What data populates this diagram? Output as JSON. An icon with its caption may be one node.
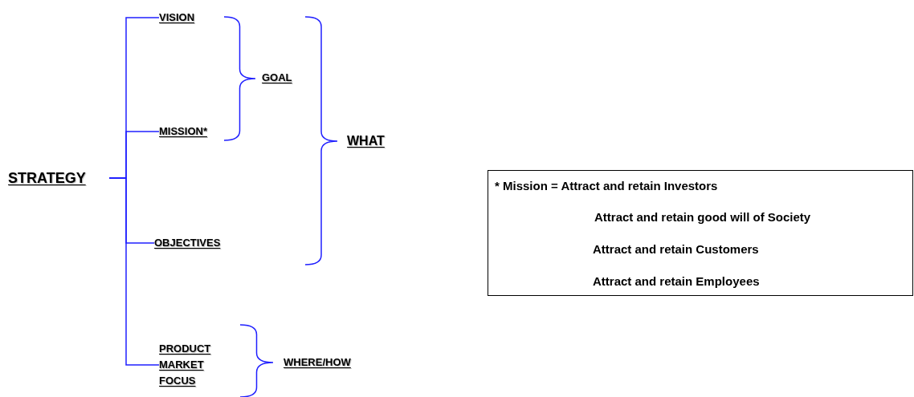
{
  "diagram": {
    "nodes": [
      {
        "text": [
          "STRATEGY"
        ]
      },
      {
        "text": [
          "VISION"
        ]
      },
      {
        "text": [
          "MISSION*"
        ]
      },
      {
        "text": [
          "OBJECTIVES"
        ]
      },
      {
        "text": [
          "PRODUCT MARKET FOCUS"
        ]
      },
      {
        "text": [
          "GOAL"
        ]
      },
      {
        "text": [
          "WHAT"
        ]
      },
      {
        "text": [
          "WHERE/HOW"
        ]
      },
      {
        "text": [
          "* Mission = Attract and retain Investors",
          "Attract and retain good will of Society",
          "Attract and retain Customers",
          "Attract and retain Employees"
        ]
      }
    ],
    "edges": [
      {
        "from": 0,
        "to": 1,
        "arrow": "none"
      },
      {
        "from": 0,
        "to": 2,
        "arrow": "none"
      },
      {
        "from": 0,
        "to": 3,
        "arrow": "none"
      },
      {
        "from": 0,
        "to": 4,
        "arrow": "none"
      }
    ]
  }
}
